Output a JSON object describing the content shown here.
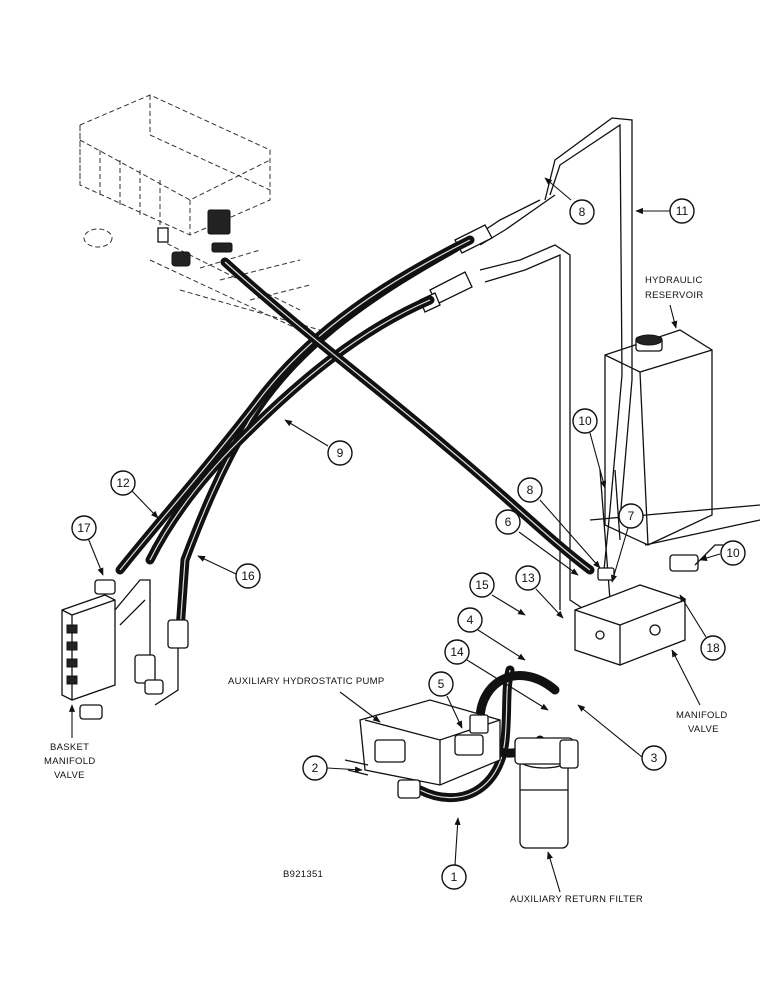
{
  "labels": {
    "hydraulic_reservoir_line1": "HYDRAULIC",
    "hydraulic_reservoir_line2": "RESERVOIR",
    "auxiliary_hydrostatic_pump": "AUXILIARY HYDROSTATIC PUMP",
    "basket_manifold_valve_line1": "BASKET",
    "basket_manifold_valve_line2": "MANIFOLD",
    "basket_manifold_valve_line3": "VALVE",
    "manifold_valve_line1": "MANIFOLD",
    "manifold_valve_line2": "VALVE",
    "auxiliary_return_filter": "AUXILIARY RETURN FILTER",
    "figure_id": "B921351"
  },
  "callouts": {
    "c1": "1",
    "c2": "2",
    "c3": "3",
    "c4": "4",
    "c5": "5",
    "c6": "6",
    "c7": "7",
    "c8a": "8",
    "c8b": "8",
    "c9": "9",
    "c10a": "10",
    "c10b": "10",
    "c11": "11",
    "c12": "12",
    "c13": "13",
    "c14": "14",
    "c15": "15",
    "c16": "16",
    "c17": "17",
    "c18": "18"
  }
}
